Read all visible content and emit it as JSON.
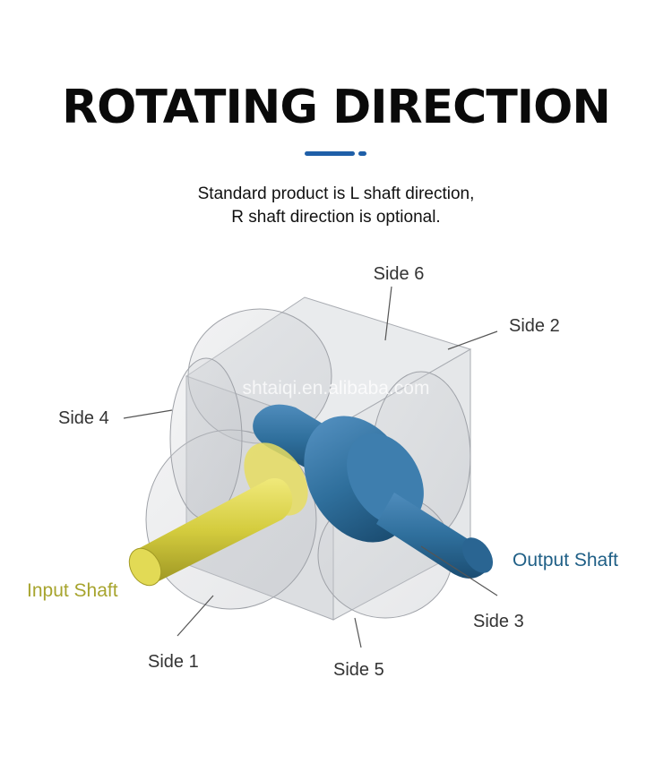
{
  "header": {
    "title": "ROTATING DIRECTION",
    "subtitle_line1": "Standard product is L shaft direction,",
    "subtitle_line2": "R shaft direction is optional.",
    "accent_color": "#1f5fa8"
  },
  "diagram": {
    "labels": {
      "side1": "Side 1",
      "side2": "Side 2",
      "side3": "Side 3",
      "side4": "Side 4",
      "side5": "Side 5",
      "side6": "Side 6",
      "input_shaft": "Input Shaft",
      "output_shaft": "Output Shaft"
    },
    "watermark": "shtaiqi.en.alibaba.com",
    "colors": {
      "input_shaft": "#d9d24a",
      "output_shaft": "#2f6f9c",
      "housing": "#c9ccd1"
    }
  }
}
